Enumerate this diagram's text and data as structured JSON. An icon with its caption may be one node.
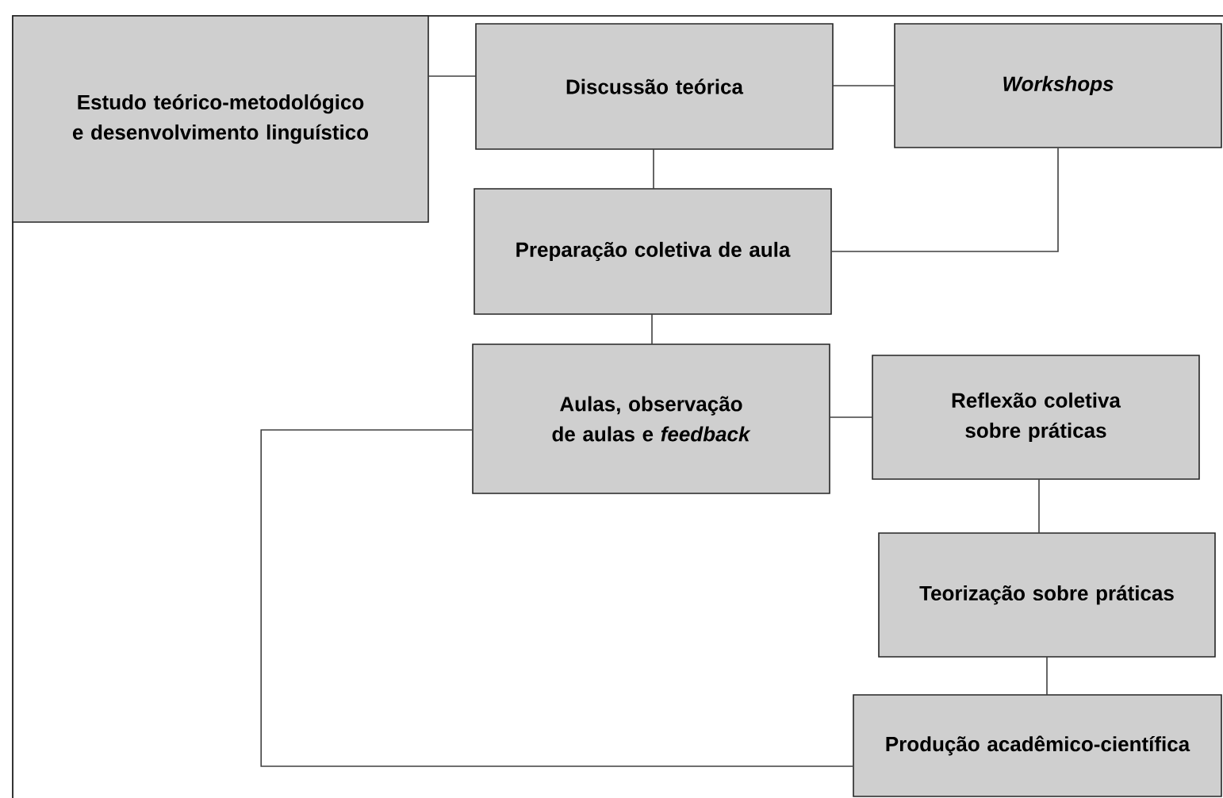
{
  "diagram": {
    "nodes": [
      {
        "text": [
          "Estudo teórico-metodológico e desenvolvimento linguístico"
        ]
      },
      {
        "text": [
          "Discussão teórica"
        ]
      },
      {
        "text": [
          "Workshops"
        ]
      },
      {
        "text": [
          "Preparação coletiva de aula"
        ]
      },
      {
        "text": [
          "Aulas, observação de aulas e *feedback*"
        ]
      },
      {
        "text": [
          "Reflexão coletiva sobre práticas"
        ]
      },
      {
        "text": [
          "Teorização sobre práticas"
        ]
      },
      {
        "text": [
          "Produção acadêmico-científica"
        ]
      }
    ],
    "edges": [
      {
        "from": 0,
        "to": 1,
        "arrow": "none"
      },
      {
        "from": 1,
        "to": 2,
        "arrow": "none"
      },
      {
        "from": 1,
        "to": 3,
        "arrow": "none"
      },
      {
        "from": 2,
        "to": 3,
        "arrow": "none"
      },
      {
        "from": 3,
        "to": 4,
        "arrow": "none"
      },
      {
        "from": 4,
        "to": 5,
        "arrow": "none"
      },
      {
        "from": 5,
        "to": 6,
        "arrow": "none"
      },
      {
        "from": 6,
        "to": 7,
        "arrow": "none"
      },
      {
        "from": 4,
        "to": 7,
        "arrow": "none"
      }
    ]
  }
}
